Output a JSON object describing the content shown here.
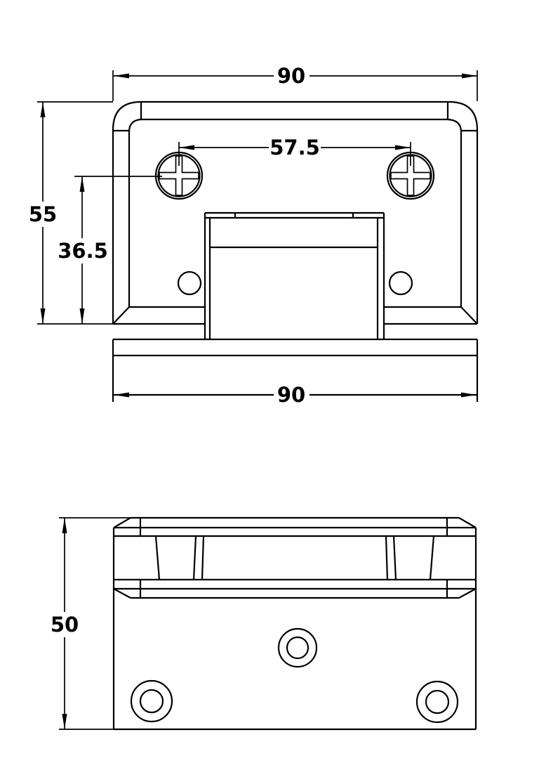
{
  "page": {
    "background_color": "#ffffff",
    "line_color": "#000000",
    "drawing_type": "glass-door-hinge technical drawing, two orthographic views"
  },
  "views": {
    "front": {
      "dims": {
        "top_width": "90",
        "screw_spacing": "57.5",
        "overall_height": "55",
        "screw_center_to_bottom": "36.5",
        "bottom_width": "90"
      }
    },
    "side": {
      "dims": {
        "overall_height": "50"
      }
    }
  }
}
